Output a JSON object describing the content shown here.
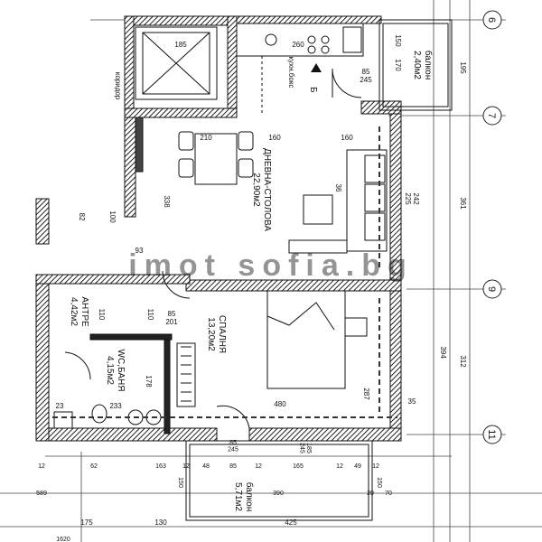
{
  "rooms": {
    "living": {
      "name": "ДНЕВНА-СТОЛОВА",
      "area": "22,90м2"
    },
    "bedroom": {
      "name": "СПАЛНЯ",
      "area": "13,20м2"
    },
    "entry": {
      "name": "АНТРЕ",
      "area": "4,42м2"
    },
    "wc": {
      "name": "WC,БАНЯ",
      "area": "4,15м2"
    },
    "balcony_top": {
      "name": "балкон",
      "area": "2,40м2"
    },
    "balcony_bottom": {
      "name": "балкон",
      "area": "5,71м2"
    },
    "kitchen_box": "кухн.бокс",
    "corridor": "коридор"
  },
  "axes": [
    "6",
    "7",
    "9",
    "11"
  ],
  "letter_b": "Б",
  "watermark": "imot sofia.bg",
  "right_dims": {
    "d195": "195",
    "d361": "361",
    "d312": "312",
    "d394": "394",
    "d35": "35",
    "d242_225": "242\n225"
  },
  "top_dims": {
    "d185": "185",
    "d260": "260",
    "d170": "170",
    "d150": "150",
    "d85_245": "85\n245"
  },
  "interior_dims": {
    "d210": "210",
    "d160a": "160",
    "d160b": "160",
    "d338": "338",
    "d36": "36",
    "d85_201": "85\n201",
    "d110a": "110",
    "d110b": "110",
    "d480": "480",
    "d287": "287",
    "d178": "178",
    "d82": "82",
    "d93": "93",
    "d23": "23",
    "d233": "233",
    "d100": "100"
  },
  "bottom_dims": {
    "row1": [
      "12",
      "62",
      "163",
      "12",
      "48",
      "85",
      "12",
      "165",
      "12",
      "49",
      "12"
    ],
    "row2": [
      "589",
      "390",
      "20",
      "70"
    ],
    "row3": [
      "175",
      "130",
      "425"
    ],
    "row4": "1620",
    "d185_245": "185\n245",
    "d85_245": "85\n245",
    "d150a": "150",
    "d150b": "150"
  }
}
